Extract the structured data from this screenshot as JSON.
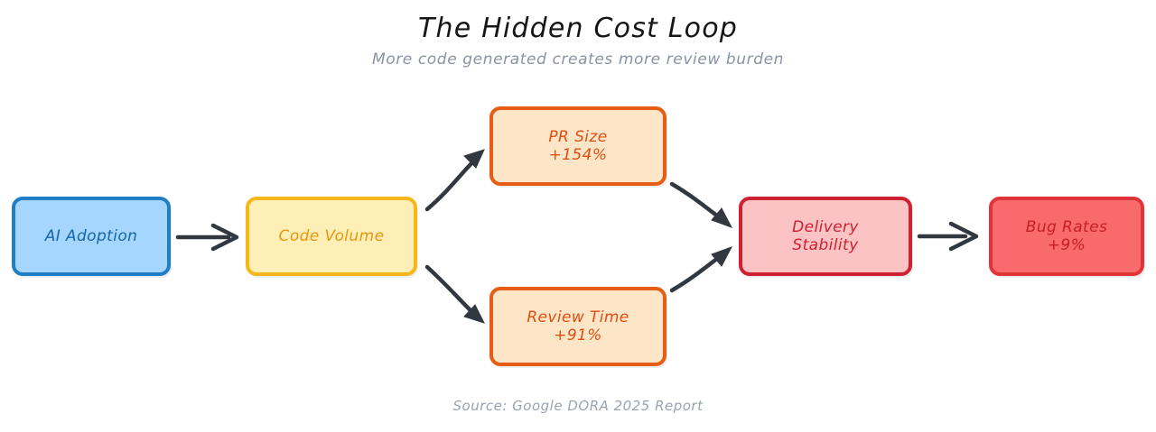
{
  "header": {
    "title": "The Hidden Cost Loop",
    "subtitle": "More code generated creates more review burden"
  },
  "footer": {
    "source": "Source: Google DORA 2025 Report"
  },
  "palette": {
    "background": "#ffffff",
    "title_color": "#161616",
    "subtitle_color": "#8a93a3",
    "source_color": "#9aa3b2",
    "arrow_color": "#31383f",
    "blue_fill": "#a5d6fd",
    "blue_stroke": "#1f7ec4",
    "blue_text": "#1565a8",
    "yellow_fill": "#fdefb5",
    "yellow_stroke": "#f5b719",
    "yellow_text": "#e8960f",
    "peach_fill": "#fce6c7",
    "peach_stroke": "#e85d16",
    "peach_text": "#e04e10",
    "pink_fill": "#fcc3c5",
    "pink_stroke": "#ce2233",
    "pink_text": "#cf1f2e",
    "red_fill": "#f96a6c",
    "red_stroke": "#e03438",
    "red_text": "#c52026"
  },
  "chart_data": {
    "type": "diagram",
    "title": "The Hidden Cost Loop",
    "subtitle": "More code generated creates more review burden",
    "source": "Source: Google DORA 2025 Report",
    "nodes": [
      {
        "id": "ai_adoption",
        "label": "AI Adoption",
        "value": "",
        "color": "blue"
      },
      {
        "id": "code_volume",
        "label": "Code Volume",
        "value": "",
        "color": "yellow"
      },
      {
        "id": "pr_size",
        "label": "PR Size",
        "value": "+154%",
        "color": "peach"
      },
      {
        "id": "review_time",
        "label": "Review Time",
        "value": "+91%",
        "color": "peach"
      },
      {
        "id": "delivery_stability",
        "label": "Delivery",
        "label2": "Stability",
        "value": "",
        "color": "pink"
      },
      {
        "id": "bug_rates",
        "label": "Bug Rates",
        "value": "+9%",
        "color": "red"
      }
    ],
    "edges": [
      {
        "from": "ai_adoption",
        "to": "code_volume",
        "style": "straight"
      },
      {
        "from": "code_volume",
        "to": "pr_size",
        "style": "curved-up"
      },
      {
        "from": "code_volume",
        "to": "review_time",
        "style": "curved-down"
      },
      {
        "from": "pr_size",
        "to": "delivery_stability",
        "style": "curved-down"
      },
      {
        "from": "review_time",
        "to": "delivery_stability",
        "style": "curved-up"
      },
      {
        "from": "delivery_stability",
        "to": "bug_rates",
        "style": "straight"
      }
    ]
  },
  "nodes": {
    "ai_adoption": {
      "label": "AI Adoption"
    },
    "code_volume": {
      "label": "Code Volume"
    },
    "pr_size": {
      "label": "PR Size",
      "value": "+154%"
    },
    "review_time": {
      "label": "Review Time",
      "value": "+91%"
    },
    "delivery_stability": {
      "label": "Delivery",
      "label2": "Stability"
    },
    "bug_rates": {
      "label": "Bug Rates",
      "value": "+9%"
    }
  }
}
